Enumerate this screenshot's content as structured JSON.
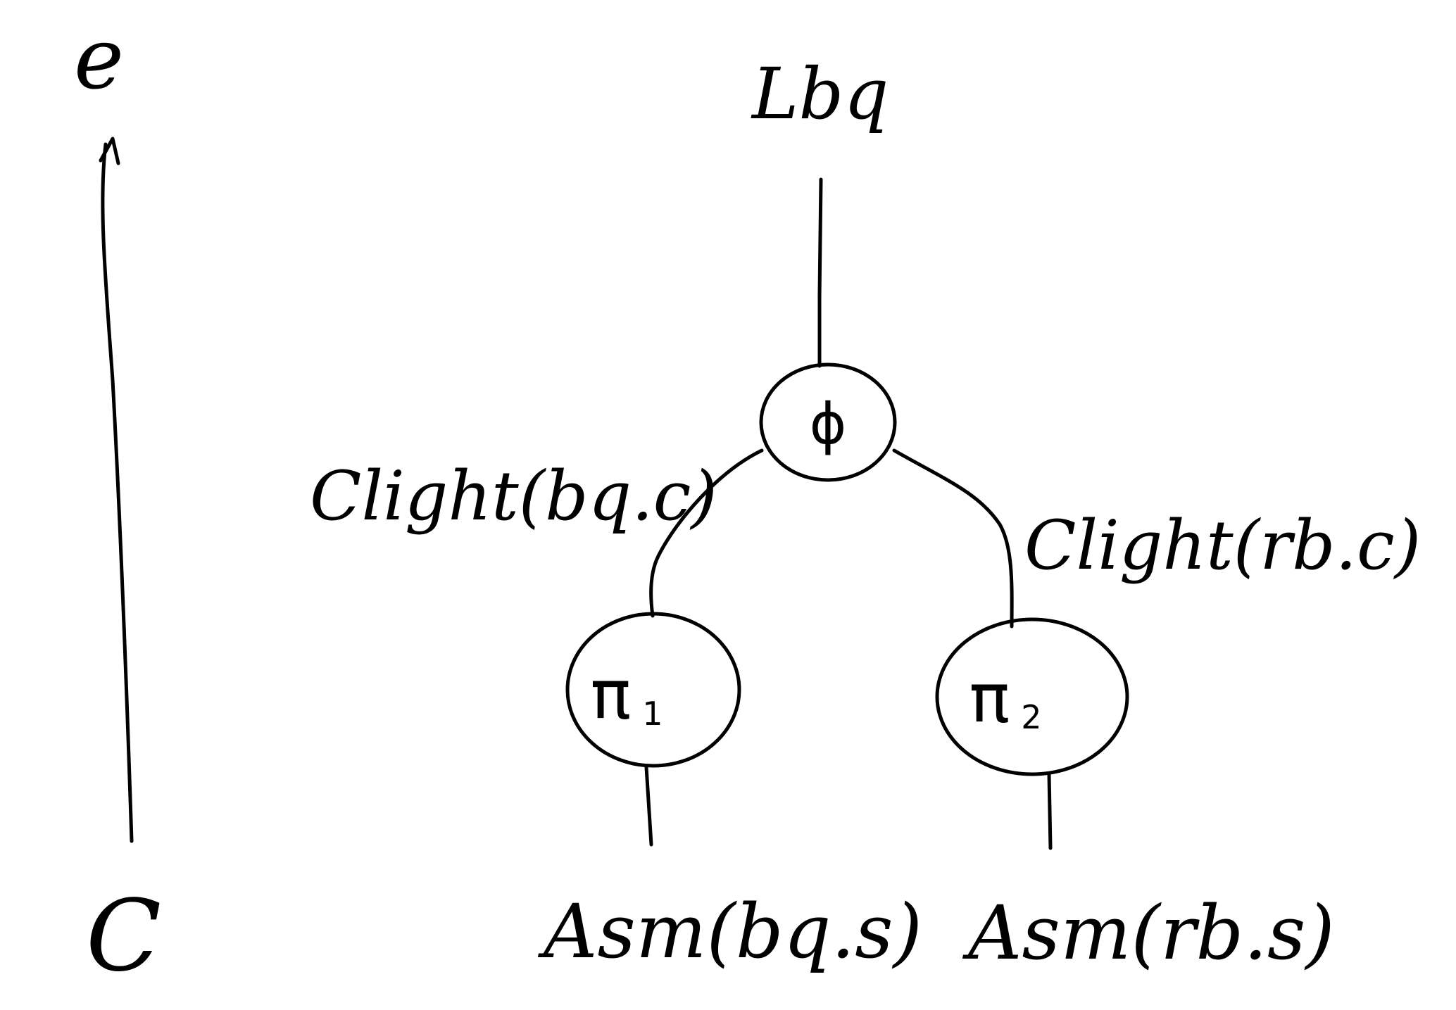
{
  "diagram": {
    "left_top_label": "e",
    "left_bottom_label": "C",
    "root_label": "Lbq",
    "phi_node": "ϕ",
    "pi1_symbol": "π",
    "pi1_subscript": "1",
    "pi2_symbol": "π",
    "pi2_subscript": "2",
    "left_edge_label": "Clight(bq.c)",
    "right_edge_label": "Clight(rb.c)",
    "leaf1_label": "Asm(bq.s)",
    "leaf2_label": "Asm(rb.s)",
    "ink_color": "#000000",
    "background_color": "#ffffff"
  }
}
